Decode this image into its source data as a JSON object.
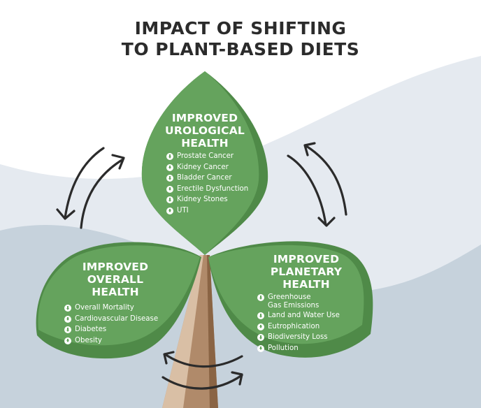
{
  "title": {
    "line1": "IMPACT OF SHIFTING",
    "line2": "TO PLANT-BASED DIETS"
  },
  "colors": {
    "leaf": "#65a35d",
    "leaf_shadow": "#4f8a48",
    "stem": "#b08a6a",
    "stem_light": "#d9bfa5",
    "stem_dark": "#8a6444",
    "bg_light": "#e6ebf0",
    "bg_mid": "#c9d4de",
    "arrow": "#2b2b2b",
    "title": "#2b2b2b"
  },
  "leaves": {
    "urological": {
      "heading": [
        "IMPROVED",
        "UROLOGICAL",
        "HEALTH"
      ],
      "items": [
        "Prostate Cancer",
        "Kidney Cancer",
        "Bladder Cancer",
        "Erectile Dysfunction",
        "Kidney Stones",
        "UTI"
      ]
    },
    "overall": {
      "heading": [
        "IMPROVED",
        "OVERALL",
        "HEALTH"
      ],
      "items": [
        "Overall Mortality",
        "Cardiovascular Disease",
        "Diabetes",
        "Obesity"
      ]
    },
    "planetary": {
      "heading": [
        "IMPROVED",
        "PLANETARY",
        "HEALTH"
      ],
      "items": [
        "Greenhouse Gas Emissions",
        "Land and Water Use",
        "Eutrophication",
        "Biodiversity Loss",
        "Pollution"
      ],
      "item0_lines": [
        "Greenhouse",
        "Gas Emissions"
      ]
    }
  },
  "icons": {
    "item_bullet": "down-arrow-circle-icon",
    "cycle_arrows": "bidirectional-curved-arrows-icon"
  }
}
